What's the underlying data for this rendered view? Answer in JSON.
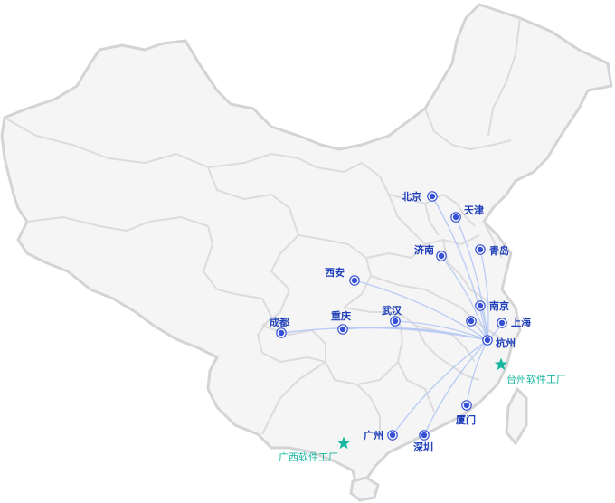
{
  "hub": {
    "id": "hangzhou",
    "label": "杭州"
  },
  "cities": [
    {
      "id": "beijing",
      "label": "北京"
    },
    {
      "id": "tianjin",
      "label": "天津"
    },
    {
      "id": "jinan",
      "label": "济南"
    },
    {
      "id": "qingdao",
      "label": "青岛"
    },
    {
      "id": "xian",
      "label": "西安"
    },
    {
      "id": "nanjing",
      "label": "南京"
    },
    {
      "id": "wuhan",
      "label": "武汉"
    },
    {
      "id": "chongqing",
      "label": "重庆"
    },
    {
      "id": "chengdu",
      "label": "成都"
    },
    {
      "id": "shanghai",
      "label": "上海"
    },
    {
      "id": "xiamen",
      "label": "厦门"
    },
    {
      "id": "guangzhou",
      "label": "广州"
    },
    {
      "id": "shenzhen",
      "label": "深圳"
    },
    {
      "id": "hefei",
      "label": ""
    }
  ],
  "factories": [
    {
      "id": "taizhou",
      "label": "台州软件工厂"
    },
    {
      "id": "guangxi",
      "label": "广西软件工厂"
    }
  ],
  "colors": {
    "land_fill": "#f5f5f6",
    "border": "#d7d7d9",
    "route": "#b9cbf4",
    "city_dot": "#3550d6",
    "label": "#1f3fb8",
    "factory": "#18b6a0"
  }
}
